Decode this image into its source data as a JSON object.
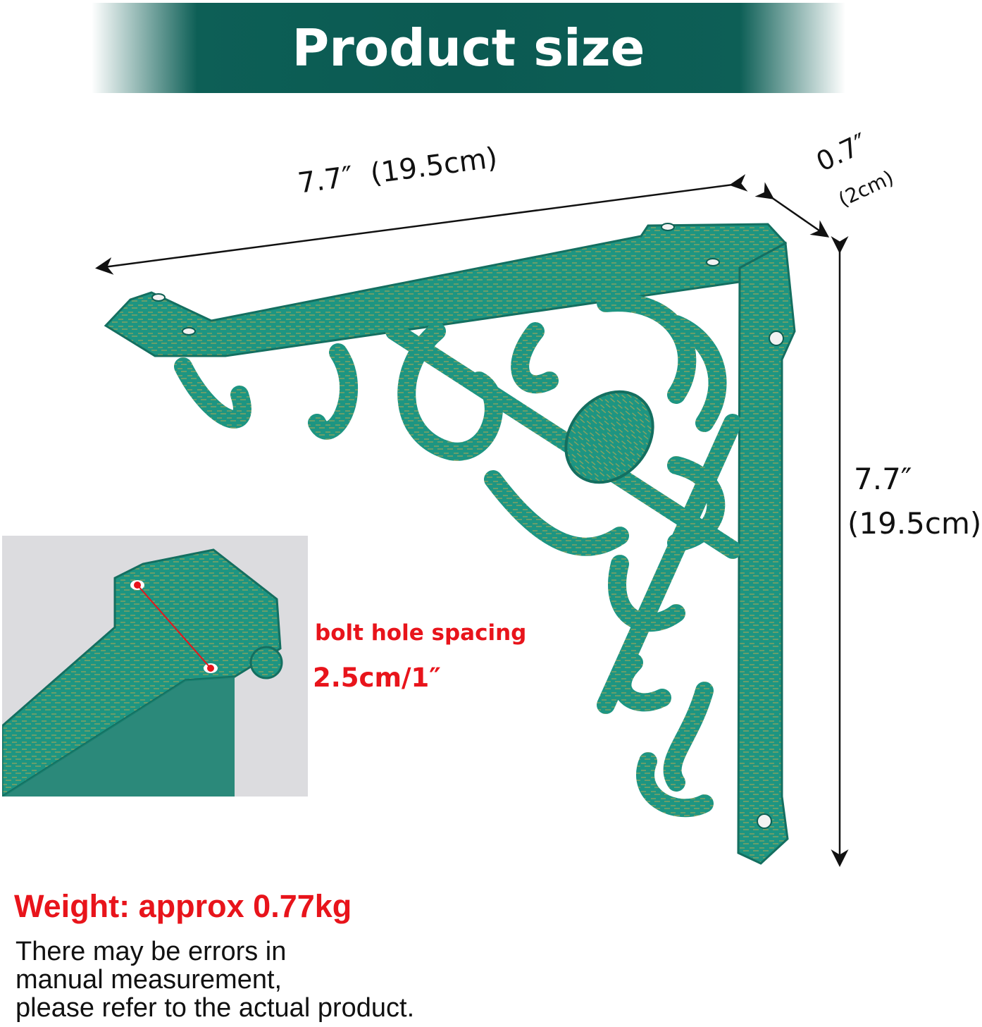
{
  "title": "Product size",
  "dimensions": {
    "length": "7.7″",
    "length_cm": "(19.5cm)",
    "depth": "0.7″",
    "depth_cm": "(2cm)",
    "height": "7.7″",
    "height_cm": "(19.5cm)"
  },
  "bolt": {
    "label": "bolt hole spacing",
    "value": "2.5cm/1″"
  },
  "weight": "Weight: approx 0.77kg",
  "note": {
    "line1": "There may be errors in",
    "line2": "manual measurement,",
    "line3": "please refer to the actual product."
  },
  "colors": {
    "banner": "#0b5a52",
    "bracket": "#1d9582",
    "gold": "#c9a84a",
    "accent_red": "#e8141b"
  }
}
